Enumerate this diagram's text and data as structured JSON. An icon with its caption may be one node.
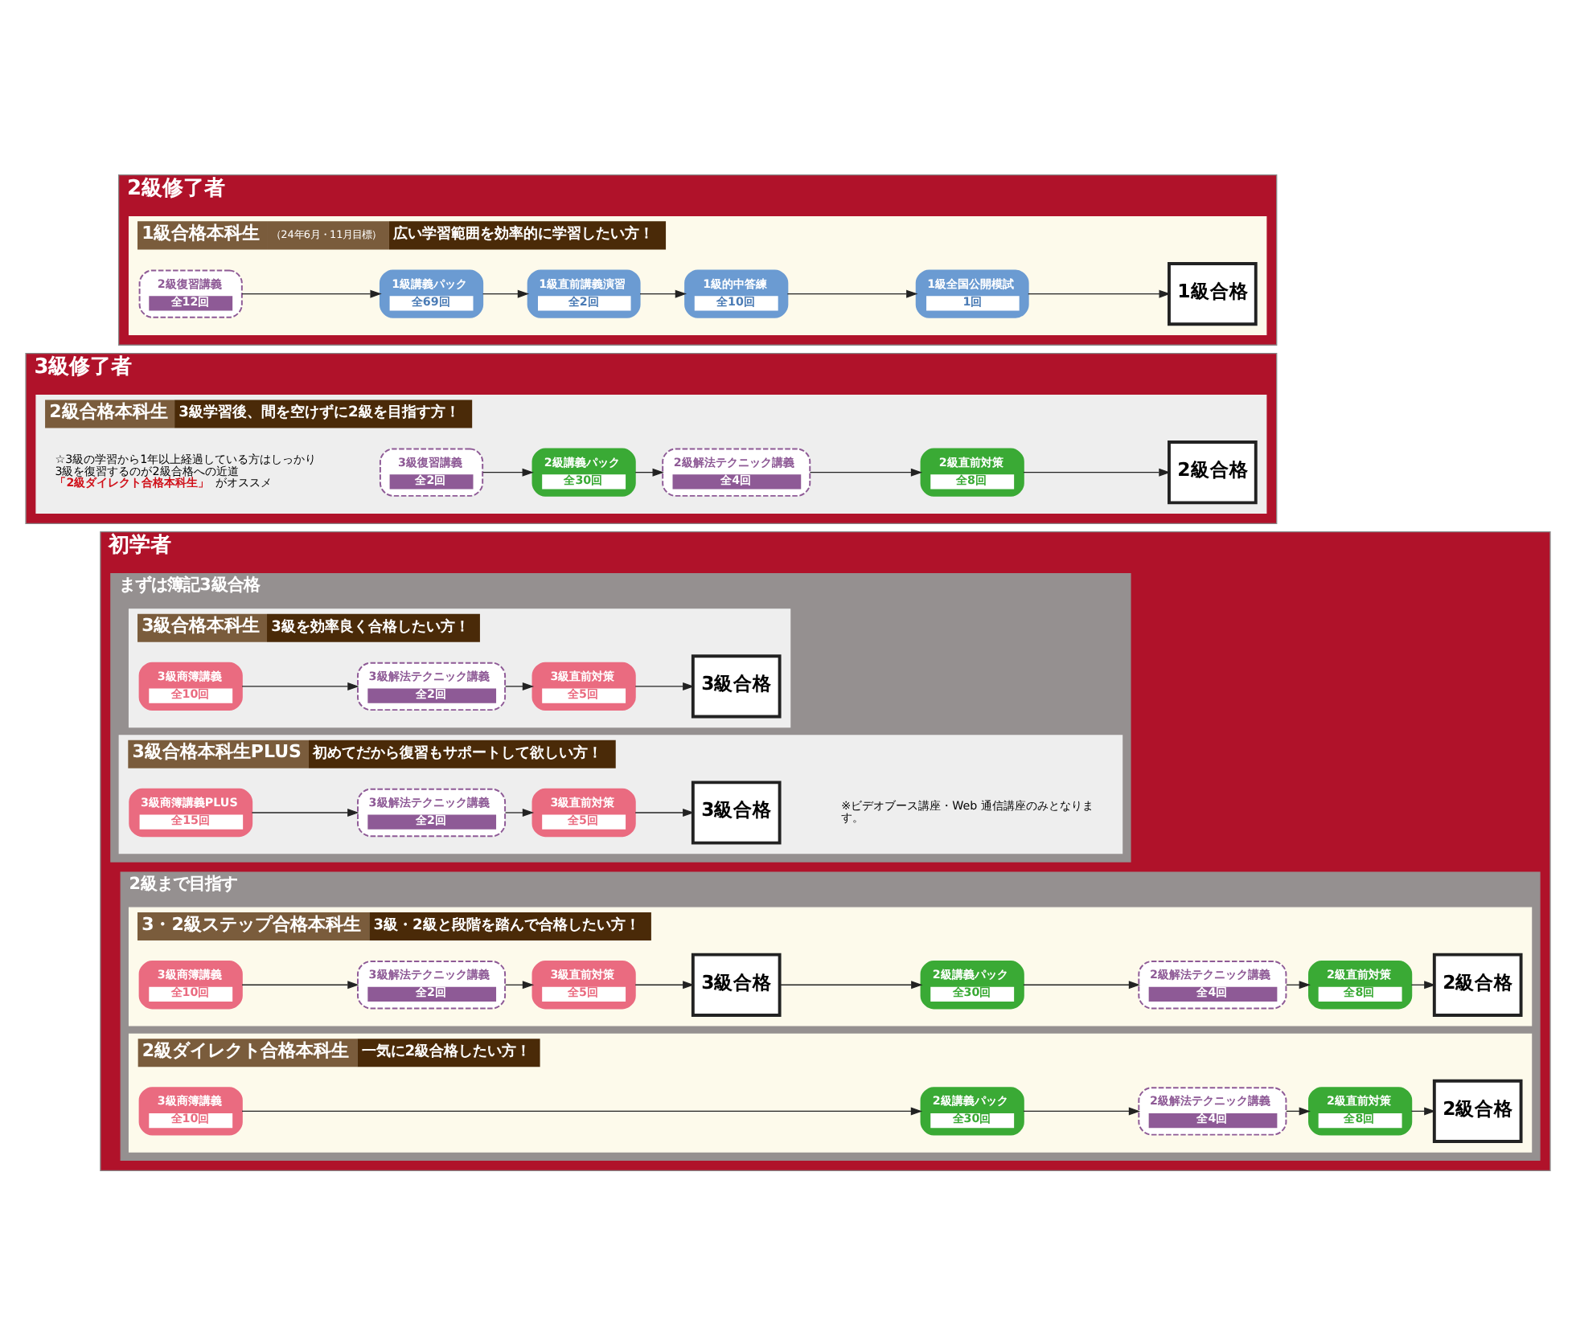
{
  "diagram": {
    "nodes": [
      {
        "text": [
          "初学者"
        ]
      },
      {
        "text": [
          "まずは簿記3級合格"
        ],
        "in": 0
      },
      {
        "text": [
          "3級合格本科生",
          "3級を効率良く合格したい方！"
        ],
        "in": 1
      },
      {
        "text": [
          "3級商簿講義",
          "全10回"
        ],
        "in": 2
      },
      {
        "text": [
          "3級解法テクニック講義",
          "全2回"
        ],
        "in": 2
      },
      {
        "text": [
          "3級直前対策",
          "全5回"
        ],
        "in": 2
      },
      {
        "text": [
          "3級合格"
        ],
        "in": 2
      },
      {
        "text": [
          "3級合格本科生PLUS",
          "初めてだから復習もサポートして欲しい方！"
        ],
        "in": 1
      },
      {
        "text": [
          "3級商簿講義PLUS",
          "全15回"
        ],
        "in": 7
      },
      {
        "text": [
          "3級解法テクニック講義",
          "全2回"
        ],
        "in": 7
      },
      {
        "text": [
          "3級直前対策",
          "全5回"
        ],
        "in": 7
      },
      {
        "text": [
          "3級合格"
        ],
        "in": 7
      },
      {
        "text": [
          "2級まで目指す"
        ],
        "in": 0
      },
      {
        "text": [
          "3・2級ステップ合格本科生",
          "3級・2級と段階を踏んで合格したい方！"
        ],
        "in": 12
      },
      {
        "text": [
          "3級商簿講義",
          "全10回"
        ],
        "in": 13
      },
      {
        "text": [
          "3級解法テクニック講義",
          "全2回"
        ],
        "in": 13
      },
      {
        "text": [
          "3級直前対策",
          "全5回"
        ],
        "in": 13
      },
      {
        "text": [
          "3級合格"
        ],
        "in": 13
      },
      {
        "text": [
          "2級講義パック",
          "全30回"
        ],
        "in": 13
      },
      {
        "text": [
          "2級解法テクニック講義",
          "全4回"
        ],
        "in": 13
      },
      {
        "text": [
          "2級直前対策",
          "全8回"
        ],
        "in": 13
      },
      {
        "text": [
          "2級合格"
        ],
        "in": 13
      },
      {
        "text": [
          "2級ダイレクト合格本科生",
          "一気に2級合格したい方！"
        ],
        "in": 12
      },
      {
        "text": [
          "3級商簿講義",
          "全10回"
        ],
        "in": 22
      },
      {
        "text": [
          "2級講義パック",
          "全30回"
        ],
        "in": 22
      },
      {
        "text": [
          "2級解法テクニック講義",
          "全4回"
        ],
        "in": 22
      },
      {
        "text": [
          "2級直前対策",
          "全8回"
        ],
        "in": 22
      },
      {
        "text": [
          "2級合格"
        ],
        "in": 22
      },
      {
        "text": [
          "3級修了者"
        ]
      },
      {
        "text": [
          "2級合格本科生",
          "3級学習後、間を空けずに2級を目指す方！"
        ],
        "in": 28
      },
      {
        "text": [
          "3級復習講義",
          "全2回"
        ],
        "in": 29
      },
      {
        "text": [
          "2級講義パック",
          "全30回"
        ],
        "in": 29
      },
      {
        "text": [
          "2級解法テクニック講義",
          "全4回"
        ],
        "in": 29
      },
      {
        "text": [
          "2級直前対策",
          "全8回"
        ],
        "in": 29
      },
      {
        "text": [
          "2級合格"
        ],
        "in": 29
      },
      {
        "text": [
          "2級修了者"
        ]
      },
      {
        "text": [
          "1級合格本科生",
          "（24年6月・11月目標）",
          "広い学習範囲を効率的に学習したい方！"
        ],
        "in": 35
      },
      {
        "text": [
          "2級復習講義",
          "全12回"
        ],
        "in": 36
      },
      {
        "text": [
          "1級講義パック",
          "全69回"
        ],
        "in": 36
      },
      {
        "text": [
          "1級直前講義演習",
          "全2回"
        ],
        "in": 36
      },
      {
        "text": [
          "1級的中答練",
          "全10回"
        ],
        "in": 36
      },
      {
        "text": [
          "1級全国公開模試",
          "1回"
        ],
        "in": 36
      },
      {
        "text": [
          "1級合格"
        ],
        "in": 36
      }
    ],
    "edges": [
      {
        "from": 3,
        "to": 4,
        "arrow": "to"
      },
      {
        "from": 4,
        "to": 5,
        "arrow": "to"
      },
      {
        "from": 5,
        "to": 6,
        "arrow": "to"
      },
      {
        "from": 8,
        "to": 9,
        "arrow": "to"
      },
      {
        "from": 9,
        "to": 10,
        "arrow": "to"
      },
      {
        "from": 10,
        "to": 11,
        "arrow": "to"
      },
      {
        "from": 14,
        "to": 15,
        "arrow": "to"
      },
      {
        "from": 15,
        "to": 16,
        "arrow": "to"
      },
      {
        "from": 16,
        "to": 17,
        "arrow": "to"
      },
      {
        "from": 17,
        "to": 18,
        "arrow": "to"
      },
      {
        "from": 18,
        "to": 19,
        "arrow": "to"
      },
      {
        "from": 19,
        "to": 20,
        "arrow": "to"
      },
      {
        "from": 20,
        "to": 21,
        "arrow": "to"
      },
      {
        "from": 23,
        "to": 24,
        "arrow": "to"
      },
      {
        "from": 24,
        "to": 25,
        "arrow": "to"
      },
      {
        "from": 25,
        "to": 26,
        "arrow": "to"
      },
      {
        "from": 26,
        "to": 27,
        "arrow": "to"
      },
      {
        "from": 30,
        "to": 31,
        "arrow": "to"
      },
      {
        "from": 31,
        "to": 32,
        "arrow": "to"
      },
      {
        "from": 32,
        "to": 33,
        "arrow": "to"
      },
      {
        "from": 33,
        "to": 34,
        "arrow": "to"
      },
      {
        "from": 37,
        "to": 38,
        "arrow": "to"
      },
      {
        "from": 38,
        "to": 39,
        "arrow": "to"
      },
      {
        "from": 39,
        "to": 40,
        "arrow": "to"
      },
      {
        "from": 40,
        "to": 41,
        "arrow": "to"
      },
      {
        "from": 41,
        "to": 42,
        "arrow": "to"
      }
    ],
    "labels": [
      "※ビデオブース講座・Web 通信講座のみとなります。",
      "☆3級の学習から1年以上経過している方はしっかり3級を復習するのが2級合格への近道**「2級ダイレクト合格本科生」**がオススメ"
    ]
  }
}
